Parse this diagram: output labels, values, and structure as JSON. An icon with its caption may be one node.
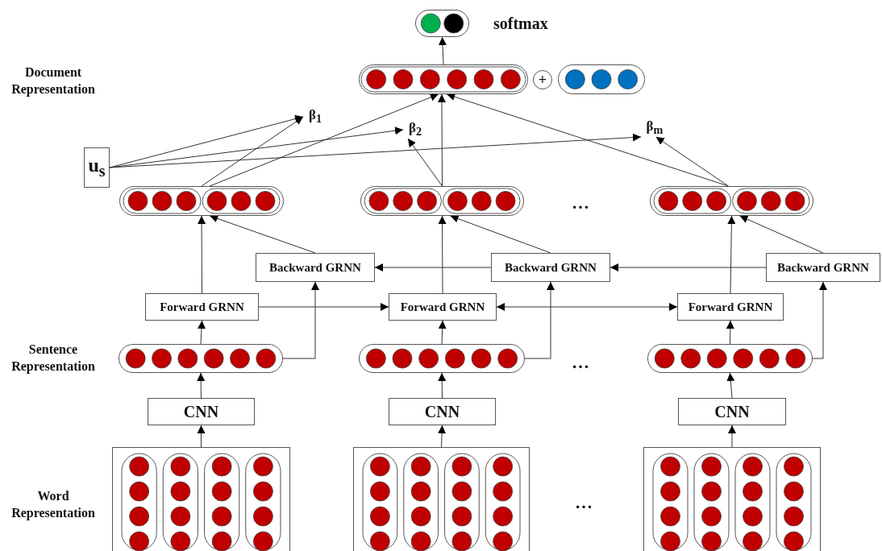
{
  "diagram": {
    "nodes": [
      {
        "text": [],
        "shape": "bar",
        "beside": [
          "softmax"
        ]
      },
      {
        "text": [],
        "shape": "bar"
      },
      {
        "text": [
          "+"
        ]
      },
      {
        "text": [],
        "shape": "bar"
      },
      {
        "text": [
          "β$_{1}$"
        ]
      },
      {
        "text": [
          "β$_{2}$"
        ]
      },
      {
        "text": [
          "β$_{m}$"
        ]
      },
      {
        "text": [
          "u$_{s}$"
        ]
      },
      {
        "text": [],
        "shape": "bar"
      },
      {
        "text": [],
        "shape": "bar"
      },
      {
        "text": [],
        "shape": "bar"
      },
      {
        "text": [
          "Backward GRNN"
        ]
      },
      {
        "text": [
          "Backward GRNN"
        ]
      },
      {
        "text": [
          "Backward GRNN"
        ]
      },
      {
        "text": [
          "Forward GRNN"
        ]
      },
      {
        "text": [
          "Forward GRNN"
        ]
      },
      {
        "text": [
          "Forward GRNN"
        ]
      },
      {
        "text": [],
        "shape": "bar"
      },
      {
        "text": [],
        "shape": "bar"
      },
      {
        "text": [],
        "shape": "bar"
      },
      {
        "text": [
          "CNN"
        ]
      },
      {
        "text": [
          "CNN"
        ]
      },
      {
        "text": [
          "CNN"
        ]
      },
      {
        "text": [],
        "shape": "box"
      },
      {
        "text": [],
        "shape": "box"
      },
      {
        "text": [],
        "shape": "box"
      }
    ],
    "edges": [
      {
        "from": 23,
        "to": 20,
        "arrow": "to"
      },
      {
        "from": 24,
        "to": 21,
        "arrow": "to"
      },
      {
        "from": 25,
        "to": 22,
        "arrow": "to"
      },
      {
        "from": 20,
        "to": 17,
        "arrow": "to"
      },
      {
        "from": 21,
        "to": 18,
        "arrow": "to"
      },
      {
        "from": 22,
        "to": 19,
        "arrow": "to"
      },
      {
        "from": 17,
        "to": 14,
        "arrow": "to"
      },
      {
        "from": 18,
        "to": 15,
        "arrow": "to"
      },
      {
        "from": 19,
        "to": 16,
        "arrow": "to"
      },
      {
        "from": 17,
        "to": 11,
        "arrow": "to"
      },
      {
        "from": 18,
        "to": 12,
        "arrow": "to"
      },
      {
        "from": 19,
        "to": 13,
        "arrow": "to"
      },
      {
        "from": 14,
        "to": 15,
        "arrow": "to"
      },
      {
        "from": 15,
        "to": 16,
        "arrow": "both"
      },
      {
        "from": 13,
        "to": 12,
        "arrow": "to"
      },
      {
        "from": 12,
        "to": 11,
        "arrow": "to"
      },
      {
        "from": 14,
        "to": 8,
        "arrow": "to"
      },
      {
        "from": 11,
        "to": 8,
        "arrow": "to"
      },
      {
        "from": 15,
        "to": 9,
        "arrow": "to"
      },
      {
        "from": 12,
        "to": 9,
        "arrow": "to"
      },
      {
        "from": 16,
        "to": 10,
        "arrow": "to"
      },
      {
        "from": 13,
        "to": 10,
        "arrow": "to"
      },
      {
        "from": 8,
        "to": 1,
        "arrow": "to"
      },
      {
        "from": 9,
        "to": 1,
        "arrow": "to"
      },
      {
        "from": 10,
        "to": 1,
        "arrow": "to"
      },
      {
        "from": 8,
        "to": 4,
        "arrow": "to"
      },
      {
        "from": 9,
        "to": 5,
        "arrow": "to"
      },
      {
        "from": 10,
        "to": 6,
        "arrow": "to"
      },
      {
        "from": 7,
        "to": 4,
        "arrow": "to"
      },
      {
        "from": 7,
        "to": 5,
        "arrow": "to"
      },
      {
        "from": 7,
        "to": 6,
        "arrow": "to"
      },
      {
        "from": 1,
        "to": 0,
        "arrow": "to"
      }
    ],
    "labels": [
      "Document Representation",
      "…",
      "Sentence Representation",
      "…",
      "Word Representation",
      "…"
    ]
  }
}
